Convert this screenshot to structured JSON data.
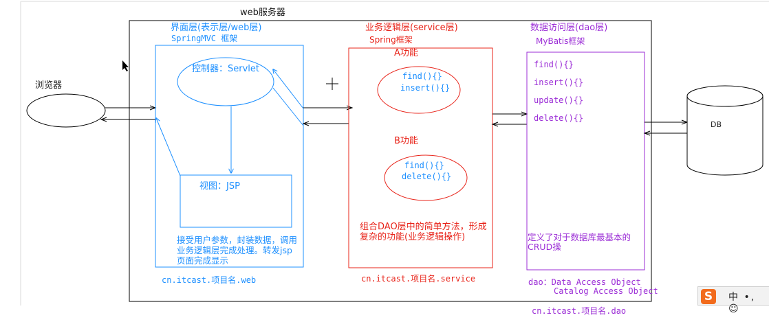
{
  "server": {
    "title": "web服务器"
  },
  "browser": {
    "label": "浏览器"
  },
  "web_layer": {
    "title": "界面层(表示层/web层)",
    "framework": "SpringMVC 框架",
    "controller": "控制器：Servlet",
    "view": "视图：JSP",
    "desc": "接受用户参数，封装数据，调用业务逻辑层完成处理。转发jsp页面完成显示",
    "package": "cn.itcast.项目名.web"
  },
  "service_layer": {
    "title": "业务逻辑层(service层)",
    "framework": "Spring框架",
    "func_a": {
      "title": "A功能",
      "methods": [
        "find(){}",
        "insert(){}"
      ]
    },
    "func_b": {
      "title": "B功能",
      "methods": [
        "find(){}",
        "delete(){}"
      ]
    },
    "desc": "组合DAO层中的简单方法，形成复杂的功能(业务逻辑操作)",
    "package": "cn.itcast.项目名.service"
  },
  "dao_layer": {
    "title": "数据访问层(dao层)",
    "framework": "MyBatis框架",
    "methods": [
      "find(){}",
      "insert(){}",
      "update(){}",
      "delete(){}"
    ],
    "desc": "定义了对于数据库最基本的CRUD操",
    "dao_line1": "dao：Data Access Object",
    "dao_line2": "Catalog Access Object",
    "package": "cn.itcast.项目名.dao"
  },
  "db": {
    "label": "DB"
  },
  "ime": {
    "logo": "S",
    "text": "中 •, ☺"
  },
  "colors": {
    "web": "#1e90ff",
    "service": "#e8241a",
    "dao": "#9b2dd6",
    "line": "#000000"
  }
}
